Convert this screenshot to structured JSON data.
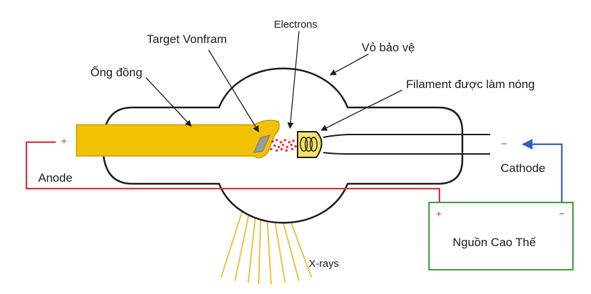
{
  "labels": {
    "electrons": "Electrons",
    "target": "Target Vonfram",
    "housing": "Vỏ bảo vệ",
    "copper_tube": "Ống đồng",
    "filament": "Filament được làm nóng",
    "anode": "Anode",
    "cathode": "Cathode",
    "power_supply": "Nguồn Cao Thế",
    "xrays": "X-rays"
  },
  "signs": {
    "anode_plus": "+",
    "cathode_minus": "−",
    "supply_plus": "+",
    "supply_minus": "−"
  },
  "colors": {
    "outline": "#1a1a1a",
    "copper_rod": "#f2c200",
    "rod_edge": "#c89a00",
    "filament_fill": "#f3e36a",
    "target_gray": "#9a9a9a",
    "electron_dots": "#e0303a",
    "xray_beam": "#f0c040",
    "anode_wire": "#e03030",
    "cathode_wire": "#3060c0",
    "supply_box": "#3a9a3a"
  }
}
